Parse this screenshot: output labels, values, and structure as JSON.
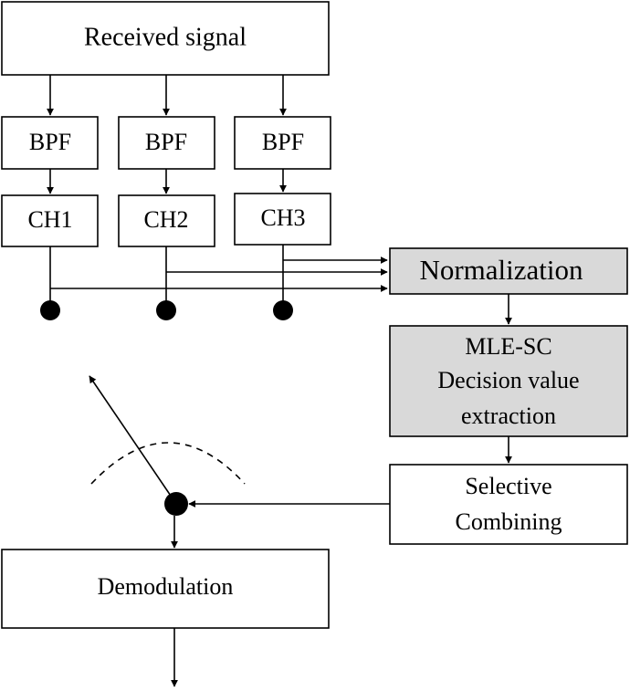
{
  "nodes": {
    "received_signal": "Received signal",
    "bpf_1": "BPF",
    "bpf_2": "BPF",
    "bpf_3": "BPF",
    "ch1": "CH1",
    "ch2": "CH2",
    "ch3": "CH3",
    "normalization": "Normalization",
    "mle_sc": {
      "line1": "MLE-SC",
      "line2": "Decision value",
      "line3": "extraction"
    },
    "selective_combining": {
      "line1": "Selective",
      "line2": "Combining"
    },
    "demodulation": "Demodulation"
  },
  "colors": {
    "shaded_fill": "#d9d9d9",
    "stroke": "#000000"
  }
}
